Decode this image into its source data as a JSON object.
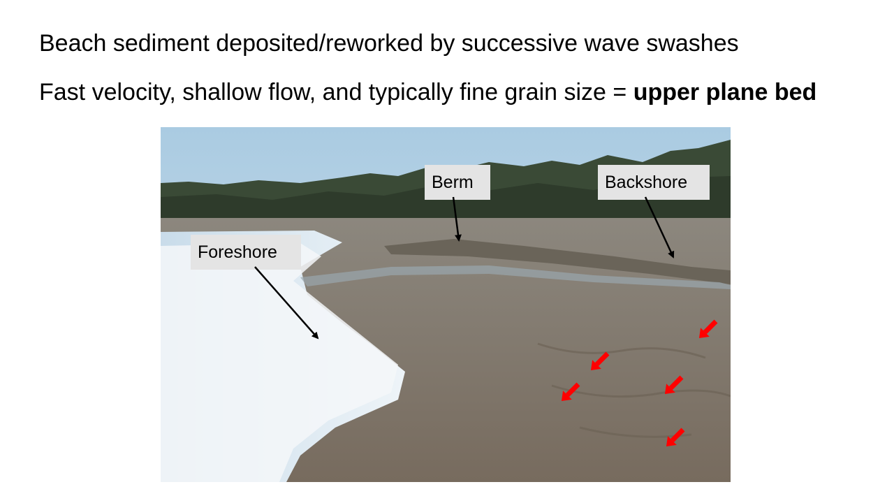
{
  "slide": {
    "line1": "Beach sediment deposited/reworked by successive wave swashes",
    "line2_prefix": "Fast velocity, shallow flow, and typically fine grain size = ",
    "line2_bold": "upper plane bed"
  },
  "photo": {
    "labels": {
      "berm": "Berm",
      "backshore": "Backshore",
      "foreshore": "Foreshore"
    }
  },
  "colors": {
    "label_bg": "#e4e4e4",
    "annotation_arrow": "#000000",
    "marker_arrow": "#ff0000"
  }
}
